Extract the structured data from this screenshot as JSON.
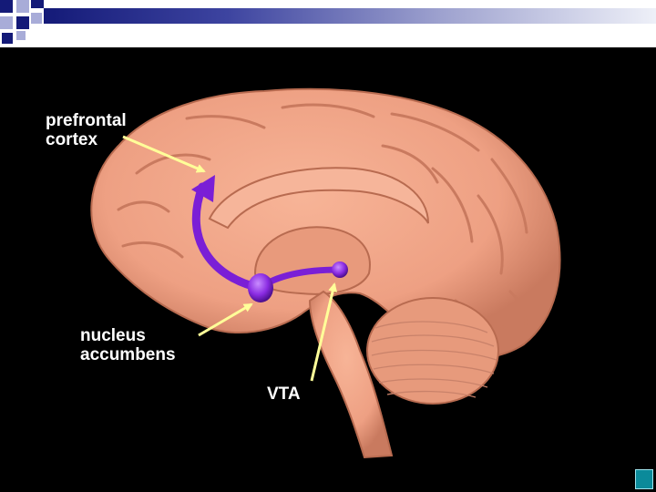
{
  "slide": {
    "labels": {
      "prefrontal_line1": "prefrontal",
      "prefrontal_line2": "cortex",
      "nucleus_line1": "nucleus",
      "nucleus_line2": "accumbens",
      "vta": "VTA"
    }
  },
  "colors": {
    "background": "#000000",
    "brain": "#f0a283",
    "brain_shadow": "#c97a5f",
    "pathway": "#7a1fd6",
    "arrow": "#ffff99",
    "label_text": "#ffffff",
    "header_accent": "#141a78"
  },
  "icons": {
    "corner_logo": "publisher-logo-icon"
  }
}
